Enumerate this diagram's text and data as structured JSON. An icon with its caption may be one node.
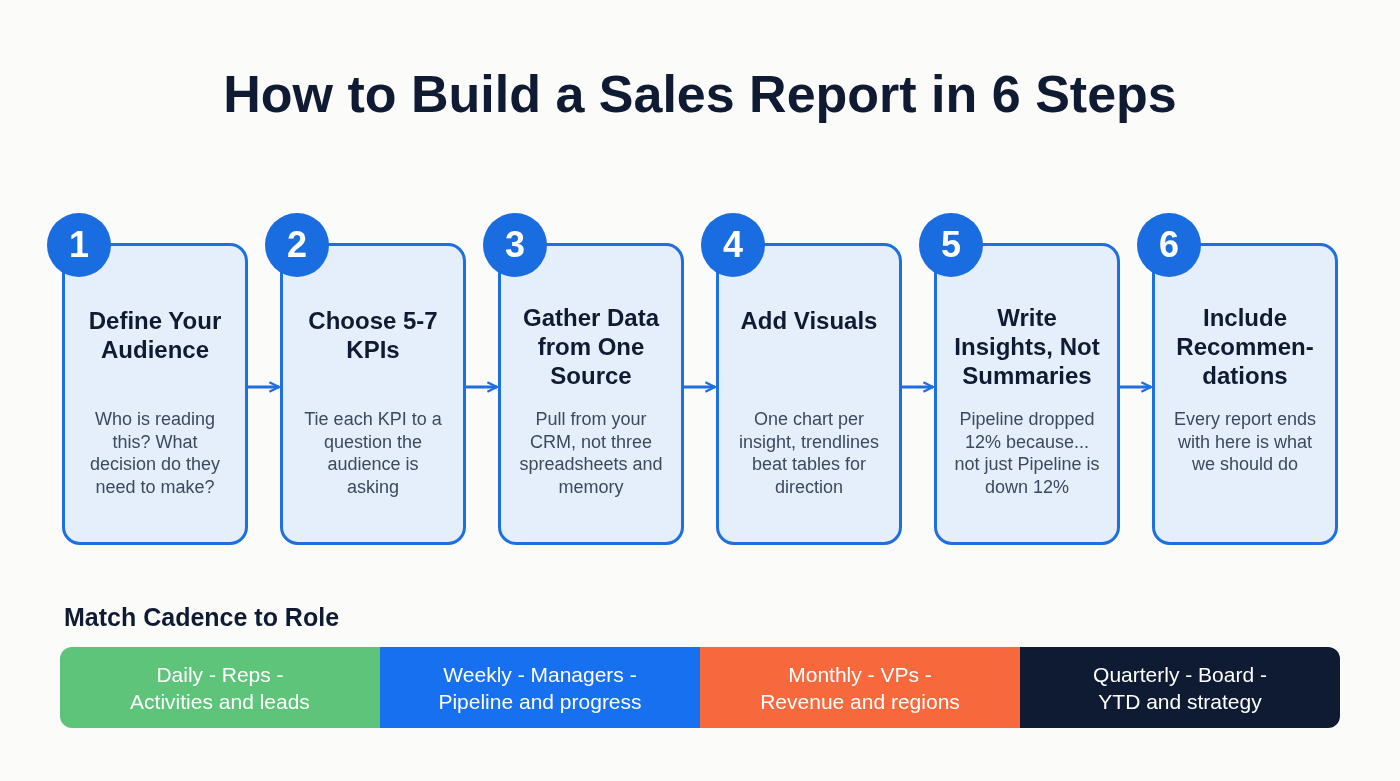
{
  "diagram": {
    "title": "How to Build a Sales Report in 6 Steps",
    "nodes": [
      {
        "text": [
          "1",
          "Define Your Audience",
          "Who is reading this? What decision do they need to make?"
        ]
      },
      {
        "text": [
          "2",
          "Choose 5-7 KPIs",
          "Tie each KPI to a question the audience is asking"
        ]
      },
      {
        "text": [
          "3",
          "Gather Data from One Source",
          "Pull from your CRM, not three spreadsheets and memory"
        ]
      },
      {
        "text": [
          "4",
          "Add Visuals",
          "One chart per insight, trendlines beat tables for direction"
        ]
      },
      {
        "text": [
          "5",
          "Write Insights, Not Summaries",
          "Pipeline dropped 12% because... not just Pipeline is down 12%"
        ]
      },
      {
        "text": [
          "6",
          "Include Recommen- dations",
          "Every report ends with here is what we should do"
        ]
      },
      {
        "text": [
          "Daily - Reps - Activities and leads"
        ]
      },
      {
        "text": [
          "Weekly - Managers - Pipeline and progress"
        ]
      },
      {
        "text": [
          "Monthly - VPs - Revenue and regions"
        ]
      },
      {
        "text": [
          "Quarterly - Board - YTD and strategy"
        ]
      }
    ],
    "edges": [
      {
        "from": 0,
        "to": 1,
        "arrow": "to"
      },
      {
        "from": 1,
        "to": 2,
        "arrow": "to"
      },
      {
        "from": 2,
        "to": 3,
        "arrow": "to"
      },
      {
        "from": 3,
        "to": 4,
        "arrow": "to"
      },
      {
        "from": 4,
        "to": 5,
        "arrow": "to"
      }
    ],
    "labels": [
      "Match Cadence to Role"
    ]
  }
}
